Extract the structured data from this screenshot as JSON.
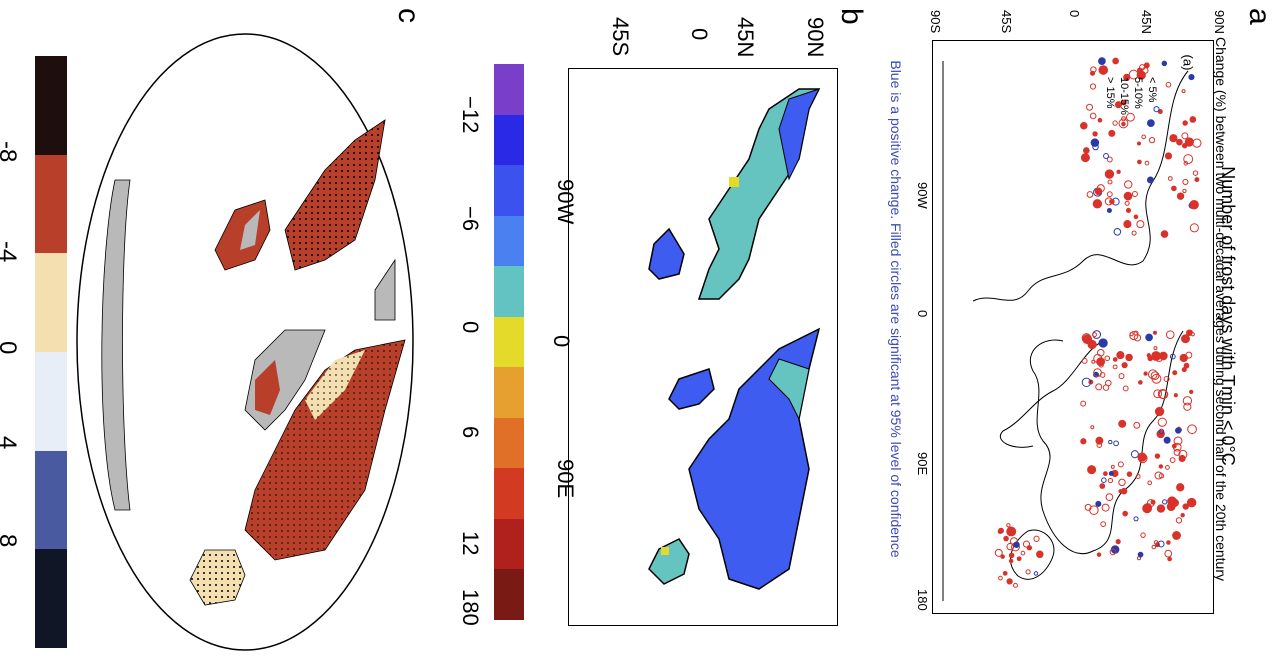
{
  "panel_a": {
    "letter": "a",
    "sublabel": "(a)",
    "title": "Number of frost days with Tmin < 0°C",
    "subtitle": "Change (%) between two multi-decadal averages during second half of the 20th century",
    "note": "Blue is a positive change. Filled circles are significant at 95% level of confidence",
    "lat_ticks": [
      "90N",
      "45N",
      "0",
      "45S",
      "90S"
    ],
    "lon_ticks": [
      "90W",
      "0",
      "90E",
      "180"
    ],
    "legend": [
      "< 5%",
      "5-10%",
      "10-15%",
      "> 15%"
    ]
  },
  "panel_b": {
    "letter": "b",
    "lat_ticks": [
      "90N",
      "45N",
      "0",
      "45S"
    ],
    "lon_ticks": [
      "90W",
      "0",
      "90E"
    ],
    "colorbar_labels": [
      "−12",
      "−6",
      "0",
      "6",
      "12",
      "180"
    ],
    "colorbar_colors": [
      "#7a3fc9",
      "#2a2ae6",
      "#3b52ee",
      "#4a80f0",
      "#63c2c2",
      "#e3da2a",
      "#e6a030",
      "#e07028",
      "#d23a22",
      "#b0201c",
      "#7a1a14"
    ]
  },
  "panel_c": {
    "letter": "c",
    "colorbar_labels": [
      "-8",
      "-4",
      "0",
      "4",
      "8"
    ],
    "colorbar_colors": [
      "#1e0e0e",
      "#b8402a",
      "#f3dfb0",
      "#e8eef8",
      "#4a5aa0",
      "#111626"
    ]
  },
  "colors": {
    "land_gray": "#b9b9b9",
    "ocean": "#ffffff",
    "red_circle": "#d8322a",
    "blue_circle": "#2a3aa8",
    "note_blue": "#3a4ab8",
    "teal": "#66c4c0",
    "blue": "#3f5cf0"
  }
}
